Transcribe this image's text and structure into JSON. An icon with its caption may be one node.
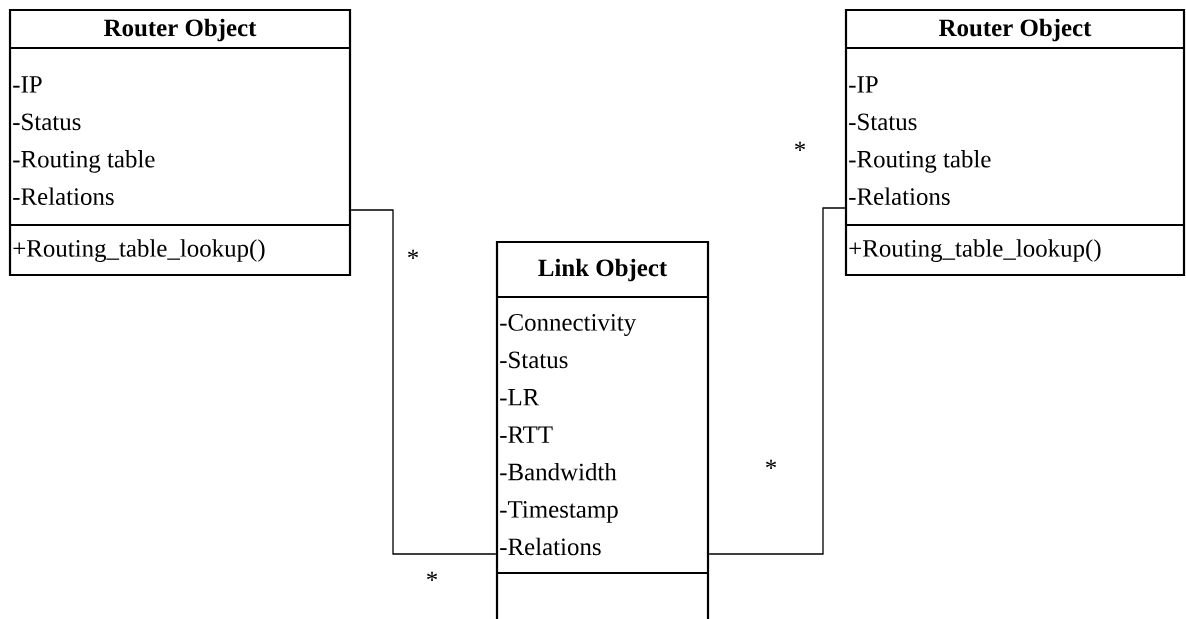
{
  "diagram": {
    "nodes": [
      {
        "text": [
          "Router Object",
          "-IP",
          "-Status",
          "-Routing table",
          "-Relations",
          "+Routing_table_lookup()"
        ]
      },
      {
        "text": [
          "Link Object",
          "-Connectivity",
          "-Status",
          "-LR",
          "-RTT",
          "-Bandwidth",
          "-Timestamp",
          "-Relations"
        ]
      },
      {
        "text": [
          "Router Object",
          "-IP",
          "-Status",
          "-Routing table",
          "-Relations",
          "+Routing_table_lookup()"
        ]
      }
    ],
    "edges": [
      {
        "from": 0,
        "to": 1,
        "arrow": "none"
      },
      {
        "from": 1,
        "to": 2,
        "arrow": "none"
      }
    ],
    "labels": [
      "*",
      "*",
      "*",
      "*"
    ]
  }
}
